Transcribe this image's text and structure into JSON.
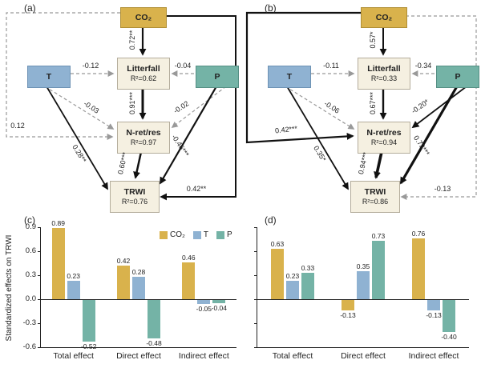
{
  "colors": {
    "co2": "#D9B24C",
    "t": "#8FB2D2",
    "p": "#74B3A6",
    "node_bg": "#F5F0E1",
    "solid_arrow": "#111111",
    "dashed_arrow": "#999999"
  },
  "panel_a": {
    "tag": "(a)",
    "nodes": {
      "co2": "CO₂",
      "t": "T",
      "p": "P",
      "litterfall": "Litterfall",
      "litterfall_r2": "R²=0.62",
      "nret": "N-ret/res",
      "nret_r2": "R²=0.97",
      "trwi": "TRWI",
      "trwi_r2": "R²=0.76"
    },
    "paths": {
      "co2_litterfall": "0.72**",
      "t_litterfall": "-0.12",
      "p_litterfall": "-0.04",
      "litterfall_nret": "0.91***",
      "t_nret": "-0.03",
      "p_nret": "-0.02",
      "co2_nret": "0.12",
      "t_trwi": "0.28**",
      "nret_trwi": "0.60***",
      "p_trwi": "-0.46***",
      "co2_trwi": "0.42**"
    }
  },
  "panel_b": {
    "tag": "(b)",
    "nodes": {
      "co2": "CO₂",
      "t": "T",
      "p": "P",
      "litterfall": "Litterfall",
      "litterfall_r2": "R²=0.33",
      "nret": "N-ret/res",
      "nret_r2": "R²=0.94",
      "trwi": "TRWI",
      "trwi_r2": "R²=0.86"
    },
    "paths": {
      "co2_litterfall": "0.57*",
      "t_litterfall": "-0.11",
      "p_litterfall": "-0.34",
      "litterfall_nret": "0.67***",
      "t_nret": "-0.06",
      "p_nret": "-0.20*",
      "co2_nret": "0.42***",
      "t_trwi": "0.35*",
      "nret_trwi": "0.94***",
      "p_trwi": "0.73***",
      "co2_trwi": "-0.13"
    }
  },
  "chart_data": [
    {
      "type": "bar",
      "panel_tag": "(c)",
      "categories": [
        "Total effect",
        "Direct effect",
        "Indirect effect"
      ],
      "series": [
        {
          "name": "CO₂",
          "color": "#D9B24C",
          "values": [
            0.89,
            0.42,
            0.46
          ],
          "labels": [
            "0.89",
            "0.42",
            "0.46"
          ]
        },
        {
          "name": "T",
          "color": "#8FB2D2",
          "values": [
            0.23,
            0.28,
            -0.05
          ],
          "labels": [
            "0.23",
            "0.28",
            "-0.05"
          ]
        },
        {
          "name": "P",
          "color": "#74B3A6",
          "values": [
            -0.52,
            -0.48,
            -0.04
          ],
          "labels": [
            "-0.52",
            "-0.48",
            "-0.04"
          ]
        }
      ],
      "ylabel": "Standardized effects on TRWI",
      "xlabel": "",
      "ylim": [
        -0.6,
        0.9
      ],
      "yticks": [
        "0.9",
        "0.6",
        "0.3",
        "0.0",
        "-0.3",
        "-0.6"
      ],
      "show_ytick_labels": true,
      "legend": true,
      "legend_position": "top-right",
      "grid": false
    },
    {
      "type": "bar",
      "panel_tag": "(d)",
      "categories": [
        "Total effect",
        "Direct effect",
        "Indirect effect"
      ],
      "series": [
        {
          "name": "CO₂",
          "color": "#D9B24C",
          "values": [
            0.63,
            -0.13,
            0.76
          ],
          "labels": [
            "0.63",
            "-0.13",
            "0.76"
          ]
        },
        {
          "name": "T",
          "color": "#8FB2D2",
          "values": [
            0.23,
            0.35,
            -0.13
          ],
          "labels": [
            "0.23",
            "0.35",
            "-0.13"
          ]
        },
        {
          "name": "P",
          "color": "#74B3A6",
          "values": [
            0.33,
            0.73,
            -0.4
          ],
          "labels": [
            "0.33",
            "0.73",
            "-0.40"
          ]
        }
      ],
      "ylabel": "",
      "xlabel": "",
      "ylim": [
        -0.6,
        0.9
      ],
      "yticks": [
        "0.9",
        "0.6",
        "0.3",
        "0.0",
        "-0.3",
        "-0.6"
      ],
      "show_ytick_labels": false,
      "legend": false,
      "grid": false
    }
  ]
}
